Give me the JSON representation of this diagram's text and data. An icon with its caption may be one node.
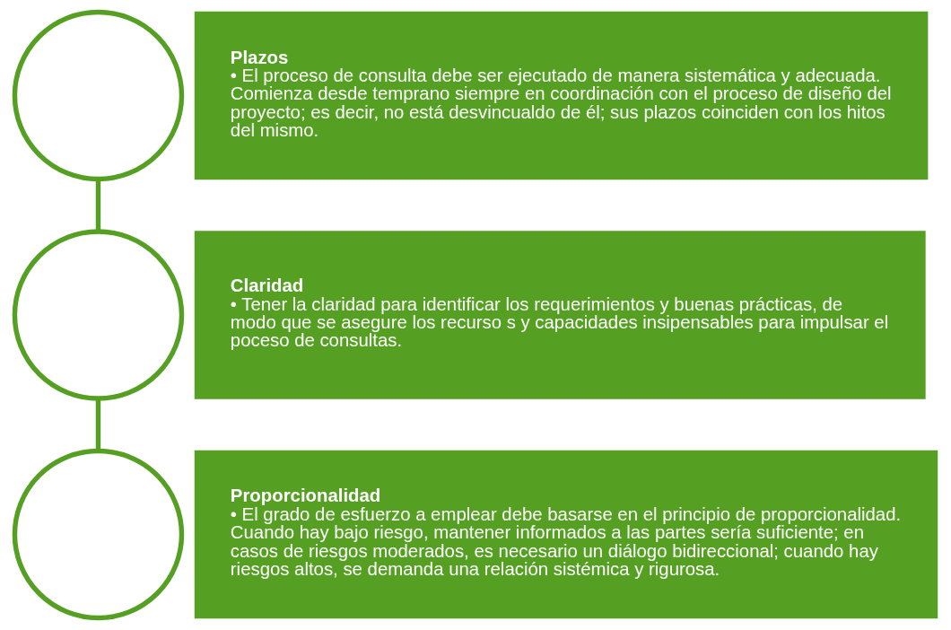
{
  "diagram": {
    "nodes": [
      {
        "text": [],
        "shape": "circle"
      },
      {
        "text": [
          "Plazos",
          "• El proceso de consulta debe ser ejecutado de manera sistemática y adecuada. Comienza desde temprano siempre en coordinación con el proceso de diseño del proyecto; es decir, no está desvincualdo de él; sus plazos coinciden con los hitos del mismo."
        ]
      },
      {
        "text": [],
        "shape": "circle"
      },
      {
        "text": [
          "Claridad",
          "• Tener la claridad para identificar los requerimientos y buenas prácticas, de modo que se asegure los recurso s y capacidades insipensables para impulsar el poceso de consultas."
        ]
      },
      {
        "text": [],
        "shape": "circle"
      },
      {
        "text": [
          "Proporcionalidad",
          "• El grado de esfuerzo a emplear debe basarse en el principio de proporcionalidad. Cuando hay bajo riesgo, mantener informados a las partes sería suficiente; en casos de riesgos moderados, es necesario un diálogo bidireccional; cuando hay riesgos altos, se demanda una relación sistémica y rigurosa."
        ]
      }
    ],
    "edges": [
      {
        "from": 0,
        "to": 2,
        "arrow": "none"
      },
      {
        "from": 2,
        "to": 4,
        "arrow": "none"
      }
    ]
  }
}
